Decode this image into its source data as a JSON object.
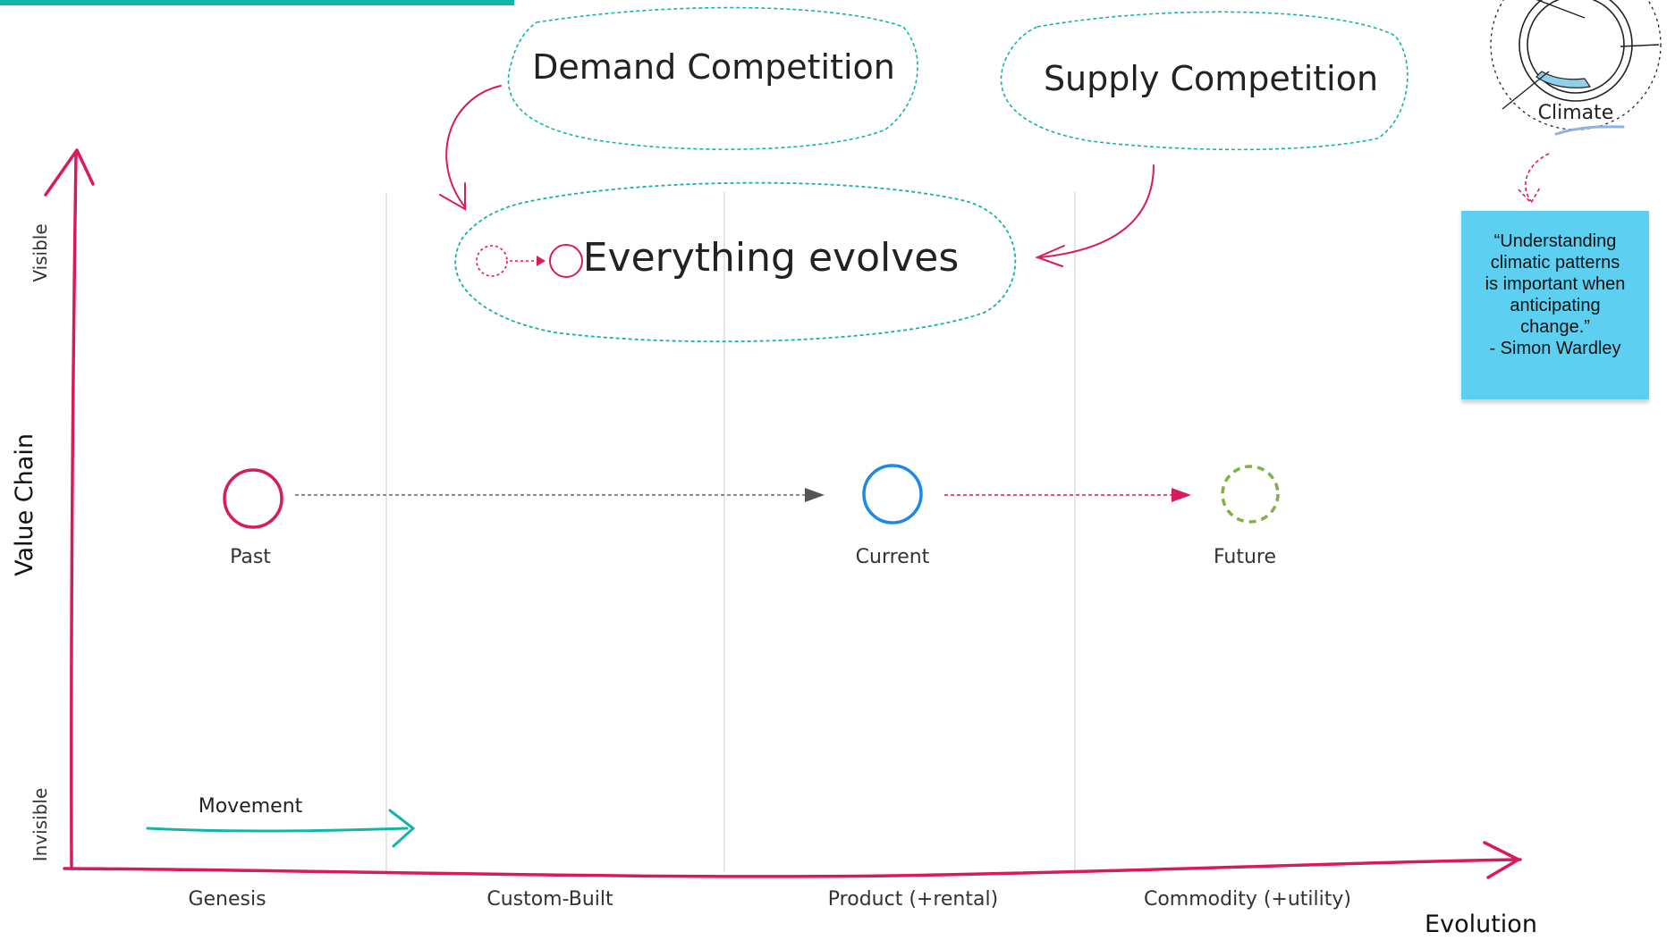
{
  "titles": {
    "demand": "Demand Competition",
    "supply": "Supply Competition",
    "main": "Everything evolves"
  },
  "axes": {
    "y_label": "Value Chain",
    "y_top": "Visible",
    "y_bottom": "Invisible",
    "x_label": "Evolution",
    "stages": [
      "Genesis",
      "Custom-Built",
      "Product (+rental)",
      "Commodity (+utility)"
    ]
  },
  "nodes": [
    {
      "label": "Past",
      "color": "#d81b60",
      "style": "solid"
    },
    {
      "label": "Current",
      "color": "#1e88e5",
      "style": "solid"
    },
    {
      "label": "Future",
      "color": "#7cb342",
      "style": "dashed"
    }
  ],
  "movement_label": "Movement",
  "climate_label": "Climate",
  "quote": {
    "lines": [
      "“Understanding",
      "climatic patterns",
      "is important when",
      "anticipating",
      "change.”",
      "- Simon Wardley"
    ]
  },
  "colors": {
    "axis": "#d81b60",
    "accent_teal": "#13b5a6",
    "note": "#5dcff0",
    "grid": "#dddddd"
  }
}
